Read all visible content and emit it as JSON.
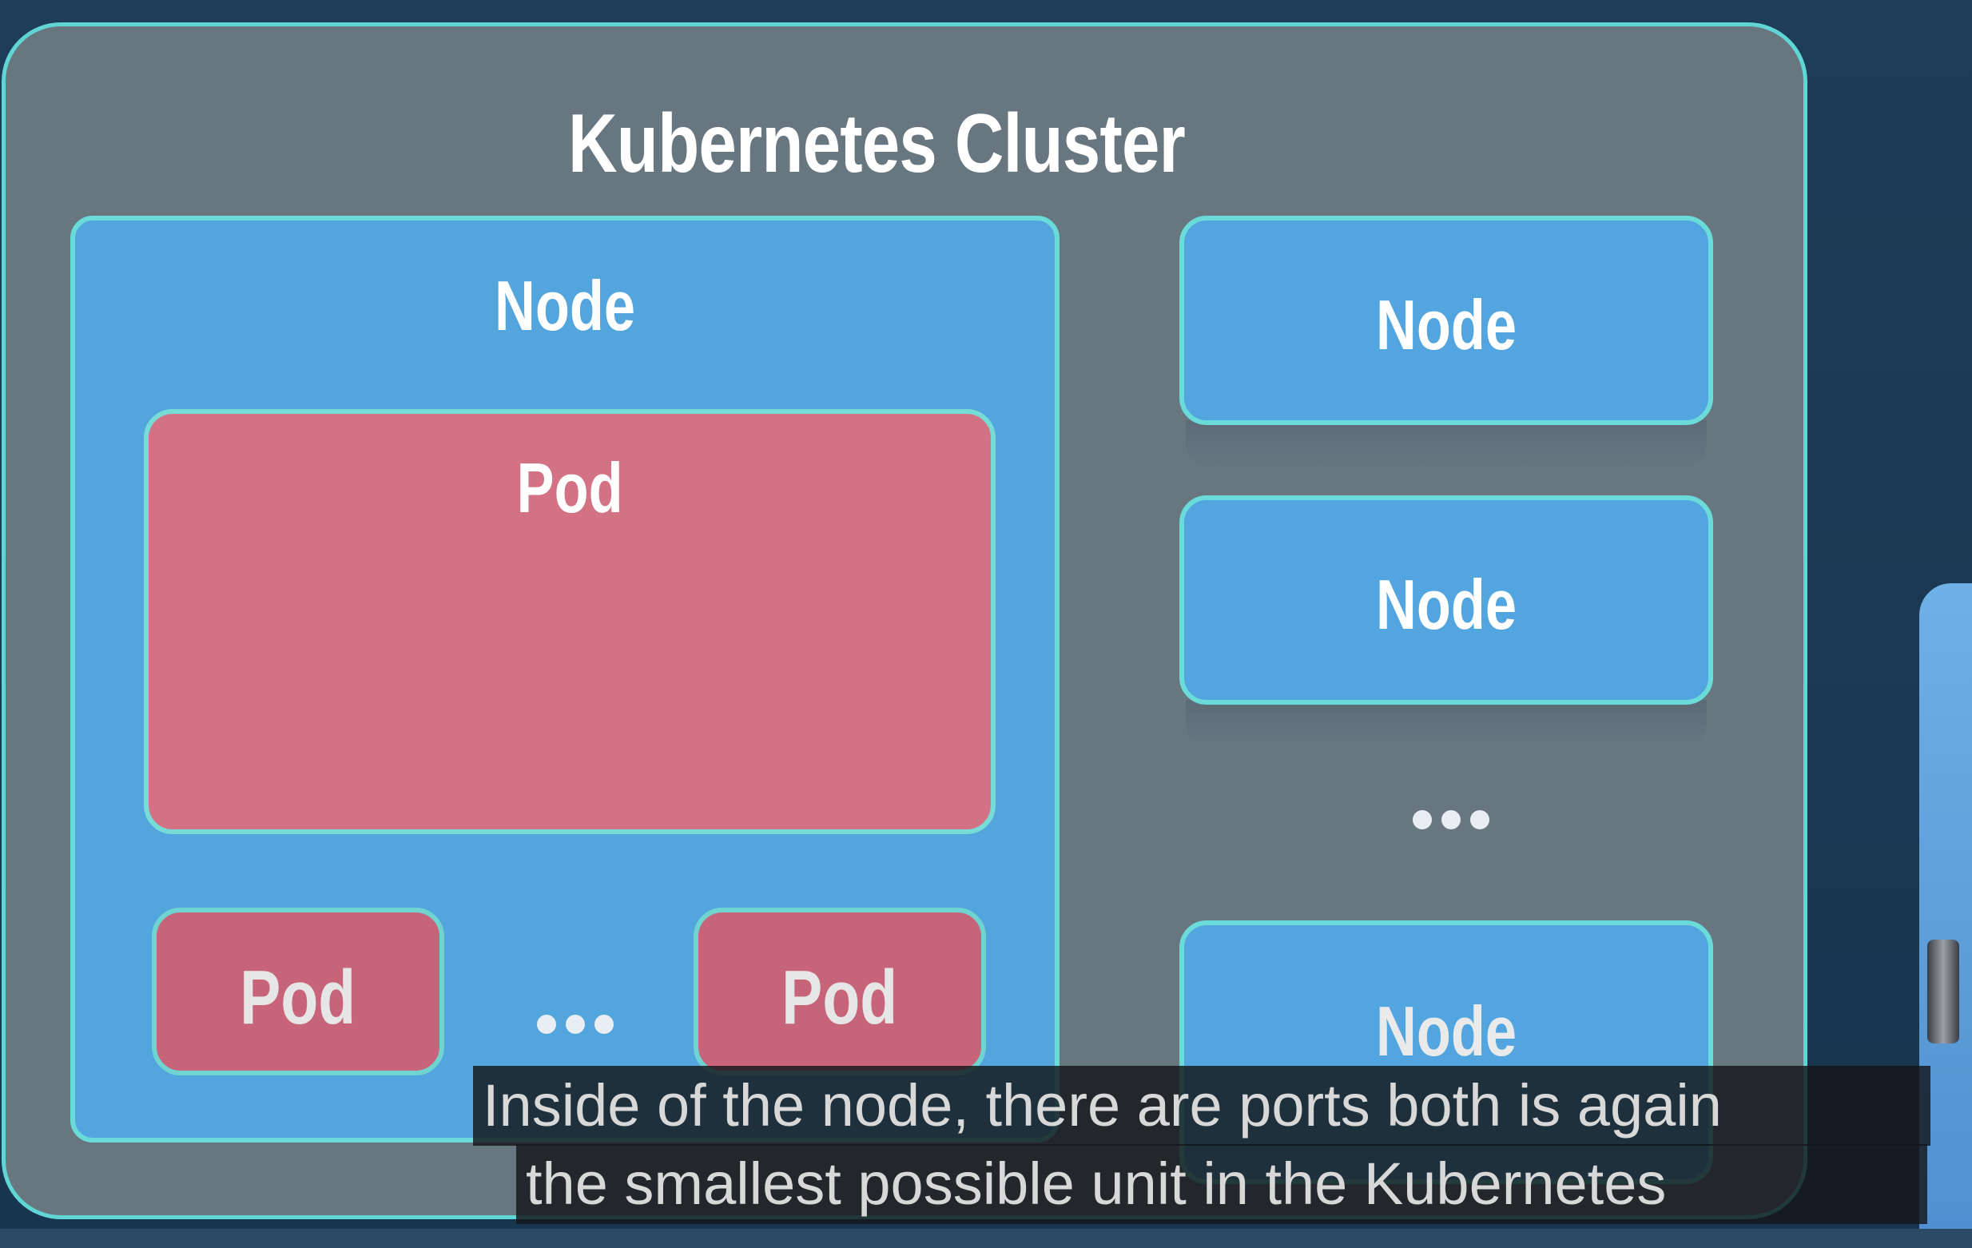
{
  "diagram": {
    "cluster_title": "Kubernetes Cluster",
    "main_node_label": "Node",
    "main_pod_label": "Pod",
    "small_pods": [
      "Pod",
      "Pod"
    ],
    "side_nodes": [
      "Node",
      "Node",
      "Node"
    ]
  },
  "subtitles": {
    "line1": "Inside of the node, there are ports both is again",
    "line2": "the smallest possible unit in the Kubernetes"
  },
  "colors": {
    "cluster": "#687680",
    "node": "#53a5dd",
    "pod": "#d37185",
    "border": "#6adbd8"
  }
}
